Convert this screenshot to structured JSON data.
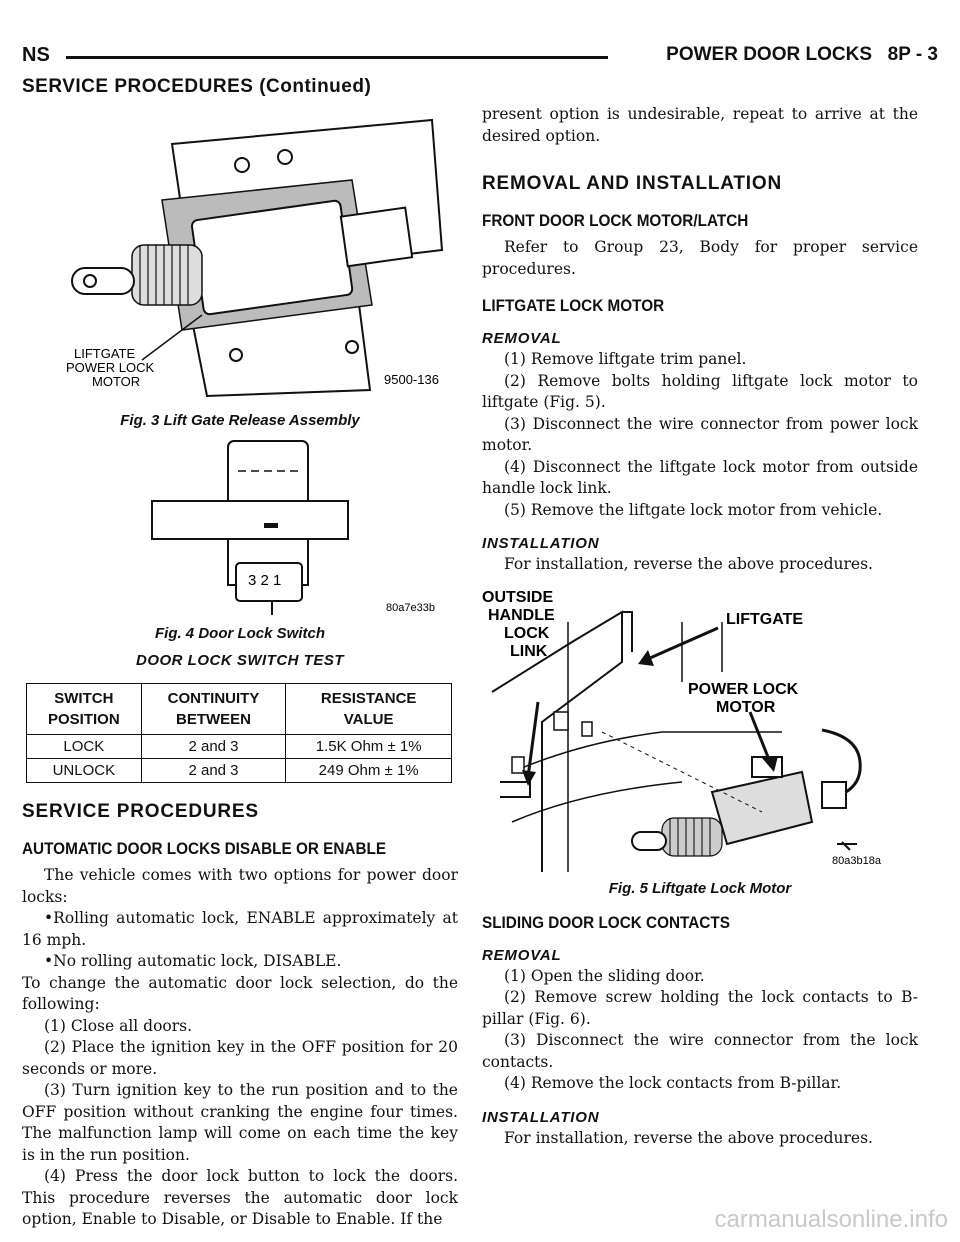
{
  "header": {
    "left": "NS",
    "title": "POWER DOOR LOCKS",
    "page": "8P - 3",
    "continued": "SERVICE PROCEDURES (Continued)"
  },
  "fig3": {
    "label_1": "LIFTGATE",
    "label_2": "POWER LOCK",
    "label_3": "MOTOR",
    "code": "9500-136",
    "caption": "Fig. 3 Lift Gate Release Assembly"
  },
  "fig4": {
    "pins": "3 2 1",
    "code": "80a7e33b",
    "caption": "Fig. 4 Door Lock Switch"
  },
  "table": {
    "title": "DOOR LOCK SWITCH TEST",
    "headers": [
      "SWITCH\nPOSITION",
      "CONTINUITY\nBETWEEN",
      "RESISTANCE\nVALUE"
    ],
    "h1a": "SWITCH",
    "h1b": "POSITION",
    "h2a": "CONTINUITY",
    "h2b": "BETWEEN",
    "h3a": "RESISTANCE",
    "h3b": "VALUE",
    "rows": [
      [
        "LOCK",
        "2 and 3",
        "1.5K Ohm ± 1%"
      ],
      [
        "UNLOCK",
        "2 and 3",
        "249 Ohm ± 1%"
      ]
    ]
  },
  "left": {
    "h_service": "SERVICE PROCEDURES",
    "h_auto": "AUTOMATIC DOOR LOCKS DISABLE OR ENABLE",
    "p1": "The vehicle comes with two options for power door locks:",
    "b1": "•Rolling automatic lock, ENABLE approximately at 16 mph.",
    "b2": "•No rolling automatic lock, DISABLE.",
    "p2": "To change the automatic door lock selection, do the following:",
    "s1": "(1) Close all doors.",
    "s2": "(2) Place the ignition key in the OFF position for 20 seconds or more.",
    "s3": "(3) Turn ignition key to the run position and to the OFF position without cranking the engine four times. The malfunction lamp will come on each time the key is in the run position.",
    "s4": "(4) Press the door lock button to lock the doors. This procedure reverses the automatic door lock option, Enable to Disable, or Disable to Enable. If the"
  },
  "right": {
    "p_cont": "present option is undesirable, repeat to arrive at the desired option.",
    "h_removal": "REMOVAL AND INSTALLATION",
    "h_front": "FRONT DOOR LOCK MOTOR/LATCH",
    "p_front": "Refer to Group 23, Body for proper service procedures.",
    "h_liftgate": "LIFTGATE LOCK MOTOR",
    "h_rem1": "REMOVAL",
    "r1": "(1) Remove liftgate trim panel.",
    "r2": "(2) Remove bolts holding liftgate lock motor to liftgate (Fig. 5).",
    "r3": "(3) Disconnect the wire connector from power lock motor.",
    "r4": "(4) Disconnect the liftgate lock motor from outside handle lock link.",
    "r5": "(5) Remove the liftgate lock motor from vehicle.",
    "h_inst1": "INSTALLATION",
    "i1": "For installation, reverse the above procedures.",
    "h_sliding": "SLIDING DOOR LOCK CONTACTS",
    "h_rem2": "REMOVAL",
    "q1": "(1) Open the sliding door.",
    "q2": "(2) Remove screw holding the lock contacts to B-pillar (Fig. 6).",
    "q3": "(3) Disconnect the wire connector from the lock contacts.",
    "q4": "(4) Remove the lock contacts from B-pillar.",
    "h_inst2": "INSTALLATION",
    "i2": "For installation, reverse the above procedures."
  },
  "fig5": {
    "outside_1": "OUTSIDE",
    "outside_2": "HANDLE",
    "outside_3": "LOCK",
    "outside_4": "LINK",
    "liftgate": "LIFTGATE",
    "motor_1": "POWER LOCK",
    "motor_2": "MOTOR",
    "code": "80a3b18a",
    "caption": "Fig. 5 Liftgate Lock Motor"
  },
  "watermark": "carmanualsonline.info"
}
